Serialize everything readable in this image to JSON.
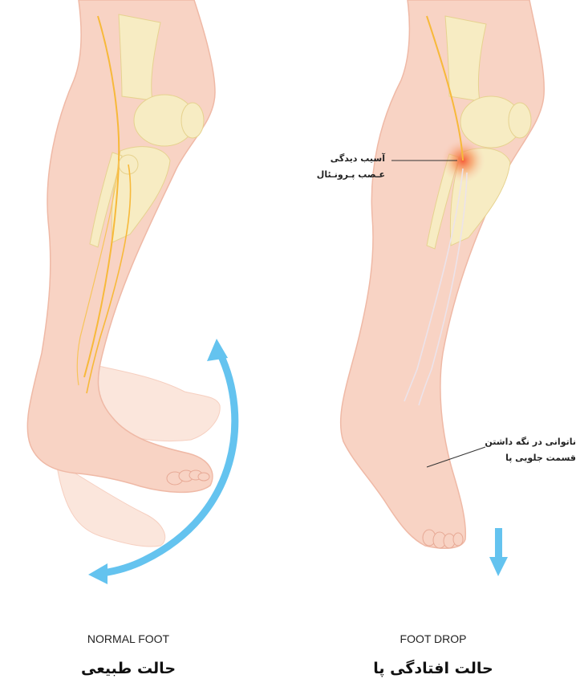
{
  "panels": {
    "normal": {
      "caption_en": "NORMAL FOOT",
      "caption_fa": "حالت طبیعی"
    },
    "drop": {
      "caption_en": "FOOT DROP",
      "caption_fa": "حالت افتادگی پا"
    }
  },
  "annotations": {
    "nerve_injury": {
      "line1": "آسیب دیدگی",
      "line2": "عـصب پـرونـئال"
    },
    "weakness": {
      "line1": "ناتوانی در نگه داشتن",
      "line2": "قسمت جلویی پا"
    }
  },
  "colors": {
    "skin": "#f8d3c4",
    "skin_outline": "#efb9a6",
    "bone": "#f7ecc3",
    "nerve": "#f7b93a",
    "arrow": "#64c3ef",
    "injury": "#f5552f"
  }
}
